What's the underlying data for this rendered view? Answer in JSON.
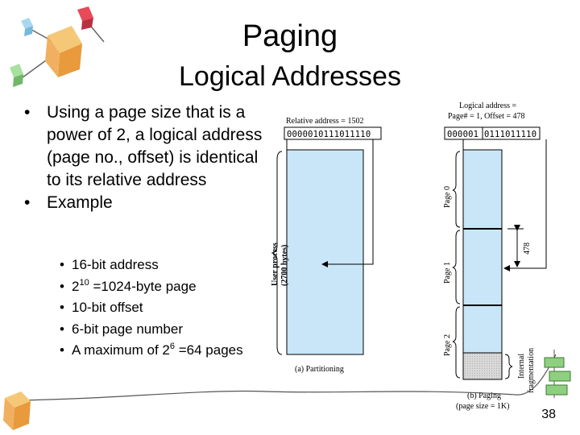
{
  "slide": {
    "title": "Paging",
    "subtitle": "Logical Addresses",
    "bullets": [
      "Using a page size that is a power of 2, a logical address (page no., offset) is identical to its relative address",
      "Example"
    ],
    "sub_bullets": {
      "item0": "16-bit address",
      "item1_base": "2",
      "item1_exp": "10",
      "item1_rest": " =1024-byte page",
      "item2": "10-bit offset",
      "item3": "6-bit page number",
      "item4_pre": "A maximum of 2",
      "item4_exp": "6",
      "item4_post": " =64 pages"
    },
    "page_number": "38"
  },
  "diagram": {
    "relative_address_label": "Relative address = 1502",
    "relative_binary": "0000010111011110",
    "logical_address_label_1": "Logical address =",
    "logical_address_label_2": "Page# = 1, Offset = 478",
    "logical_binary_page": "000001",
    "logical_binary_offset": "0111011110",
    "user_process_label_1": "User process",
    "user_process_label_2": "(2700 bytes)",
    "page0": "Page 0",
    "page1": "Page 1",
    "page2": "Page 2",
    "offset_value": "478",
    "internal_frag_1": "Internal",
    "internal_frag_2": "fragmentation",
    "caption_a": "(a) Partitioning",
    "caption_b1": "(b) Paging",
    "caption_b2": "(page size = 1K)",
    "colors": {
      "fill": "#c8e6f8",
      "frag": "#d9d9d9"
    }
  }
}
